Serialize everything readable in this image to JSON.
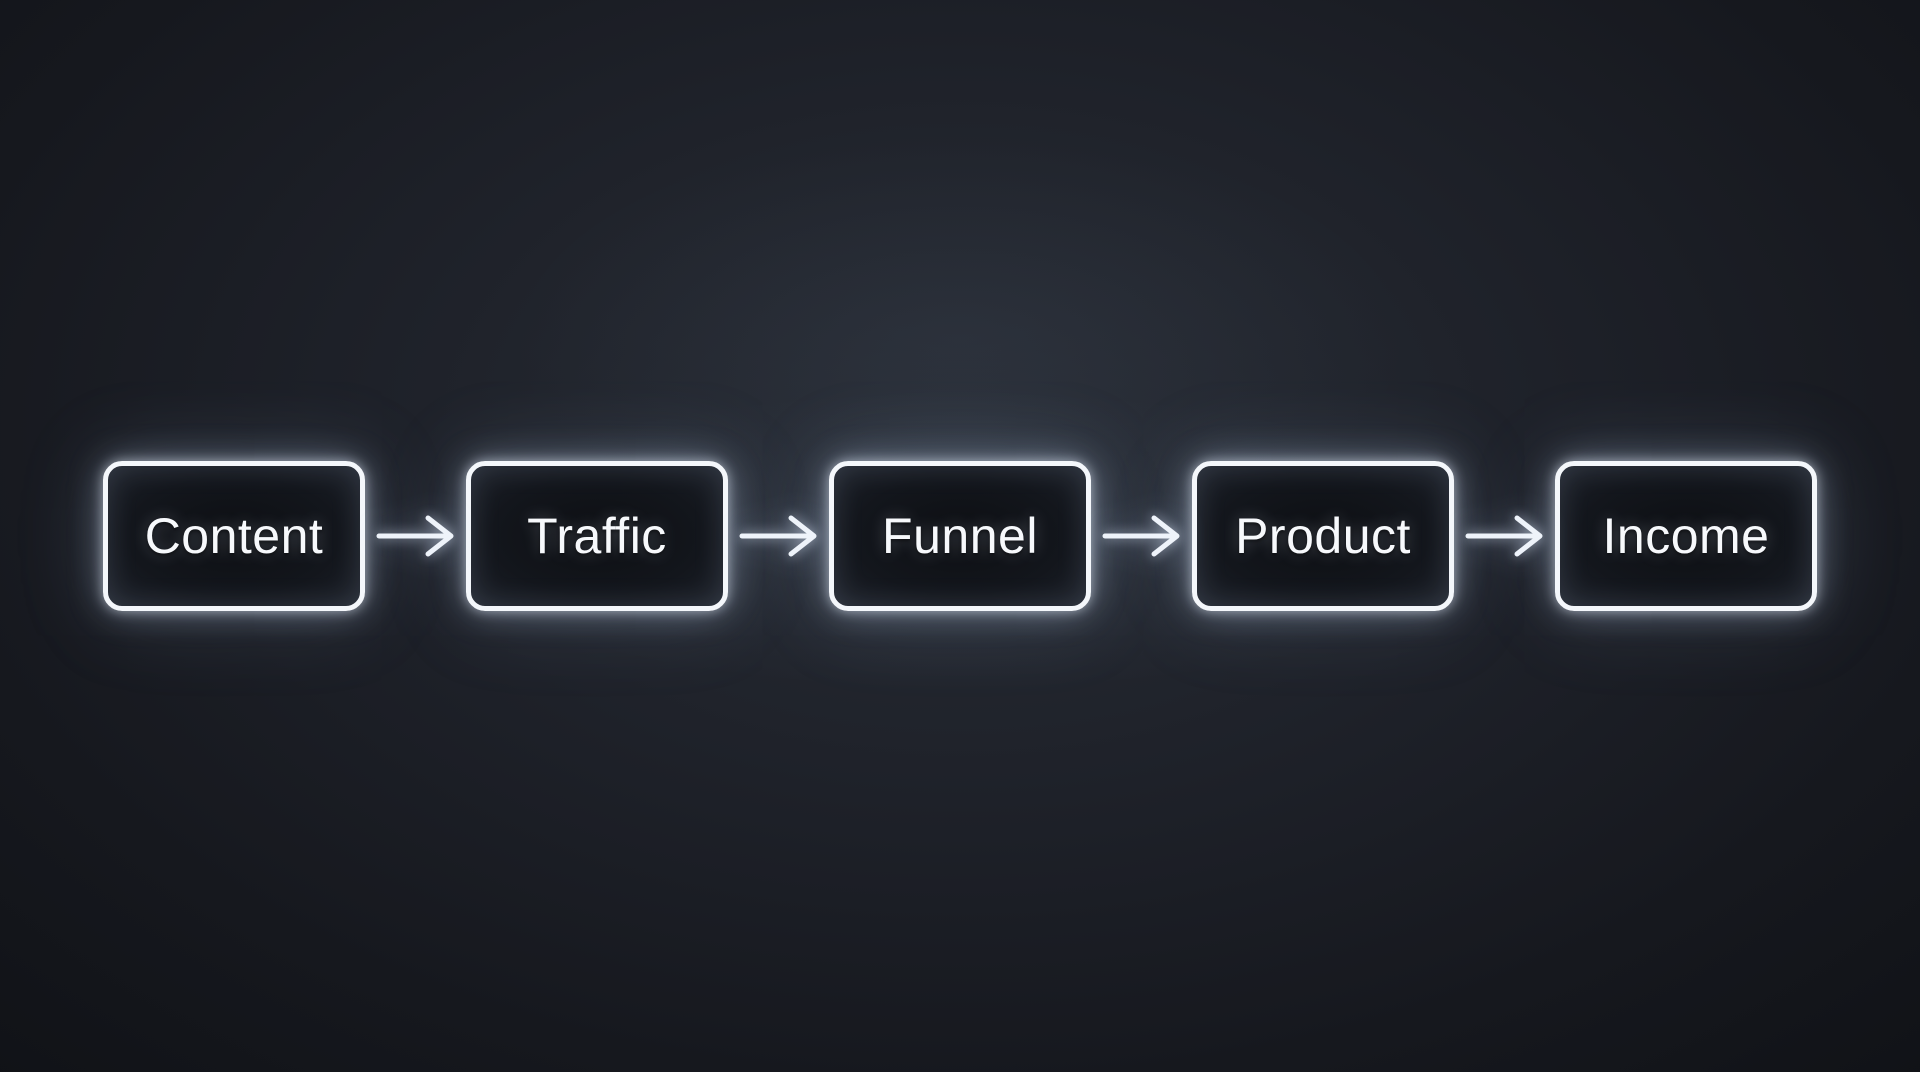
{
  "diagram": {
    "type": "flow",
    "direction": "left-to-right",
    "nodes": [
      {
        "id": "content",
        "label": "Content"
      },
      {
        "id": "traffic",
        "label": "Traffic"
      },
      {
        "id": "funnel",
        "label": "Funnel"
      },
      {
        "id": "product",
        "label": "Product"
      },
      {
        "id": "income",
        "label": "Income"
      }
    ],
    "edges": [
      {
        "from": "content",
        "to": "traffic"
      },
      {
        "from": "traffic",
        "to": "funnel"
      },
      {
        "from": "funnel",
        "to": "product"
      },
      {
        "from": "product",
        "to": "income"
      }
    ],
    "connector_icon": "arrow-right-icon",
    "colors": {
      "background_center": "#2a2f38",
      "background_edge": "#0f1115",
      "node_border": "#f4f7fb",
      "node_fill": "#13161c",
      "node_glow": "#c8daf5",
      "label_text": "#f7f9fc",
      "arrow": "#eef3fa"
    }
  }
}
